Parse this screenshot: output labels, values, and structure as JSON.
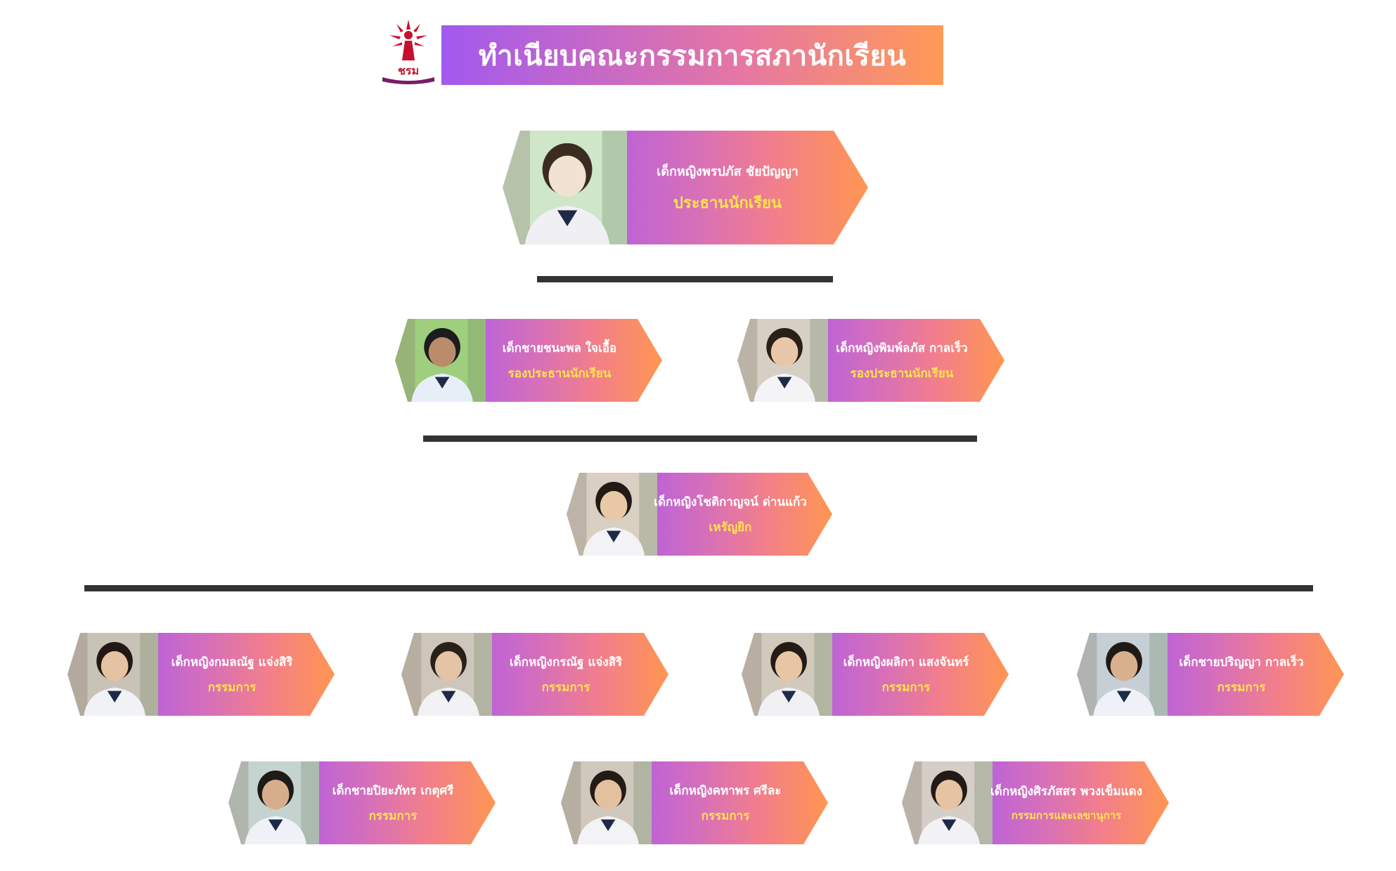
{
  "header": {
    "title": "ทำเนียบคณะกรรมการสภานักเรียน",
    "logo_text": "ชรม"
  },
  "colors": {
    "gradient_start": "#a259ee",
    "gradient_end": "#ff9a56",
    "name_text": "#ffffff",
    "role_text": "#ffe34d",
    "divider": "#333333"
  },
  "members": [
    {
      "name": "เด็กหญิงพรปภัส ชัยปัญญา",
      "role": "ประธานนักเรียน"
    },
    {
      "name": "เด็กชายชนะพล ใจเอื้อ",
      "role": "รองประธานนักเรียน"
    },
    {
      "name": "เด็กหญิงพิมพ์ลภัส กาลเร็ว",
      "role": "รองประธานนักเรียน"
    },
    {
      "name": "เด็กหญิงโชติกาญจน์ ด่านแก้ว",
      "role": "เหรัญยิก"
    },
    {
      "name": "เด็กหญิงกมลณัฐ แจ่งสิริ",
      "role": "กรรมการ"
    },
    {
      "name": "เด็กหญิงกรณัฐ แจ่งสิริ",
      "role": "กรรมการ"
    },
    {
      "name": "เด็กหญิงผลิกา แสงจันทร์",
      "role": "กรรมการ"
    },
    {
      "name": "เด็กชายปริญญา กาลเร็ว",
      "role": "กรรมการ"
    },
    {
      "name": "เด็กชายปิยะภัทร เกตุศรี",
      "role": "กรรมการ"
    },
    {
      "name": "เด็กหญิงคทาพร ศรีละ",
      "role": "กรรมการ"
    },
    {
      "name": "เด็กหญิงศิรภัสสร พวงเข็มแดง",
      "role": "กรรมการและเลขานุการ"
    }
  ]
}
